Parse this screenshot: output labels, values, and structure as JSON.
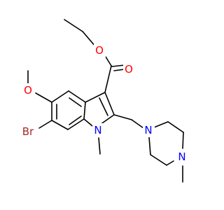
{
  "molecule": {
    "atoms": [
      {
        "id": "o_carbonyl",
        "label": "O",
        "color": "#FF0000"
      },
      {
        "id": "o_ester",
        "label": "O",
        "color": "#FF0000"
      },
      {
        "id": "o_methoxy",
        "label": "O",
        "color": "#FF0000"
      },
      {
        "id": "br",
        "label": "Br",
        "color": "#A52A2A"
      },
      {
        "id": "n_indole",
        "label": "N",
        "color": "#0000FF"
      },
      {
        "id": "n_pip1",
        "label": "N",
        "color": "#0000FF"
      },
      {
        "id": "n_pip4",
        "label": "N",
        "color": "#0000FF"
      }
    ]
  }
}
